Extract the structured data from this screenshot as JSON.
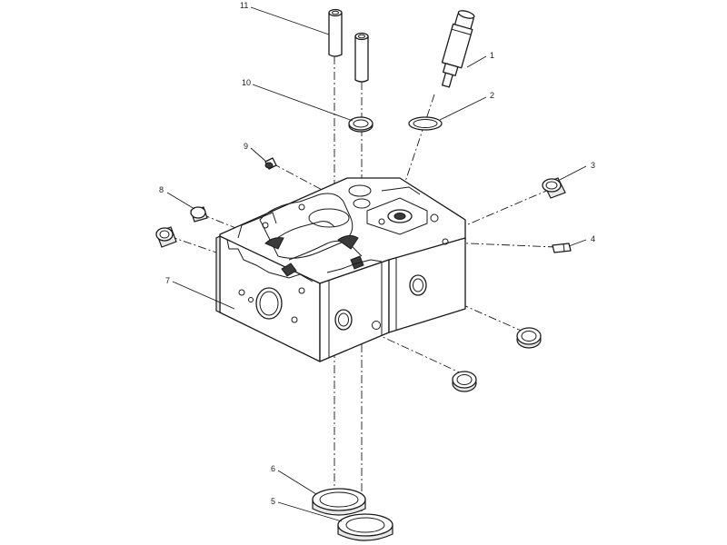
{
  "callouts": [
    {
      "id": "1",
      "label": "1"
    },
    {
      "id": "2",
      "label": "2"
    },
    {
      "id": "3",
      "label": "3"
    },
    {
      "id": "4",
      "label": "4"
    },
    {
      "id": "5",
      "label": "5"
    },
    {
      "id": "6",
      "label": "6"
    },
    {
      "id": "7",
      "label": "7"
    },
    {
      "id": "8",
      "label": "8"
    },
    {
      "id": "9",
      "label": "9"
    },
    {
      "id": "10",
      "label": "10"
    },
    {
      "id": "11",
      "label": "11"
    }
  ],
  "colors": {
    "line": "#1a1a1a",
    "background": "#ffffff",
    "shade": "#e8e8e8"
  }
}
